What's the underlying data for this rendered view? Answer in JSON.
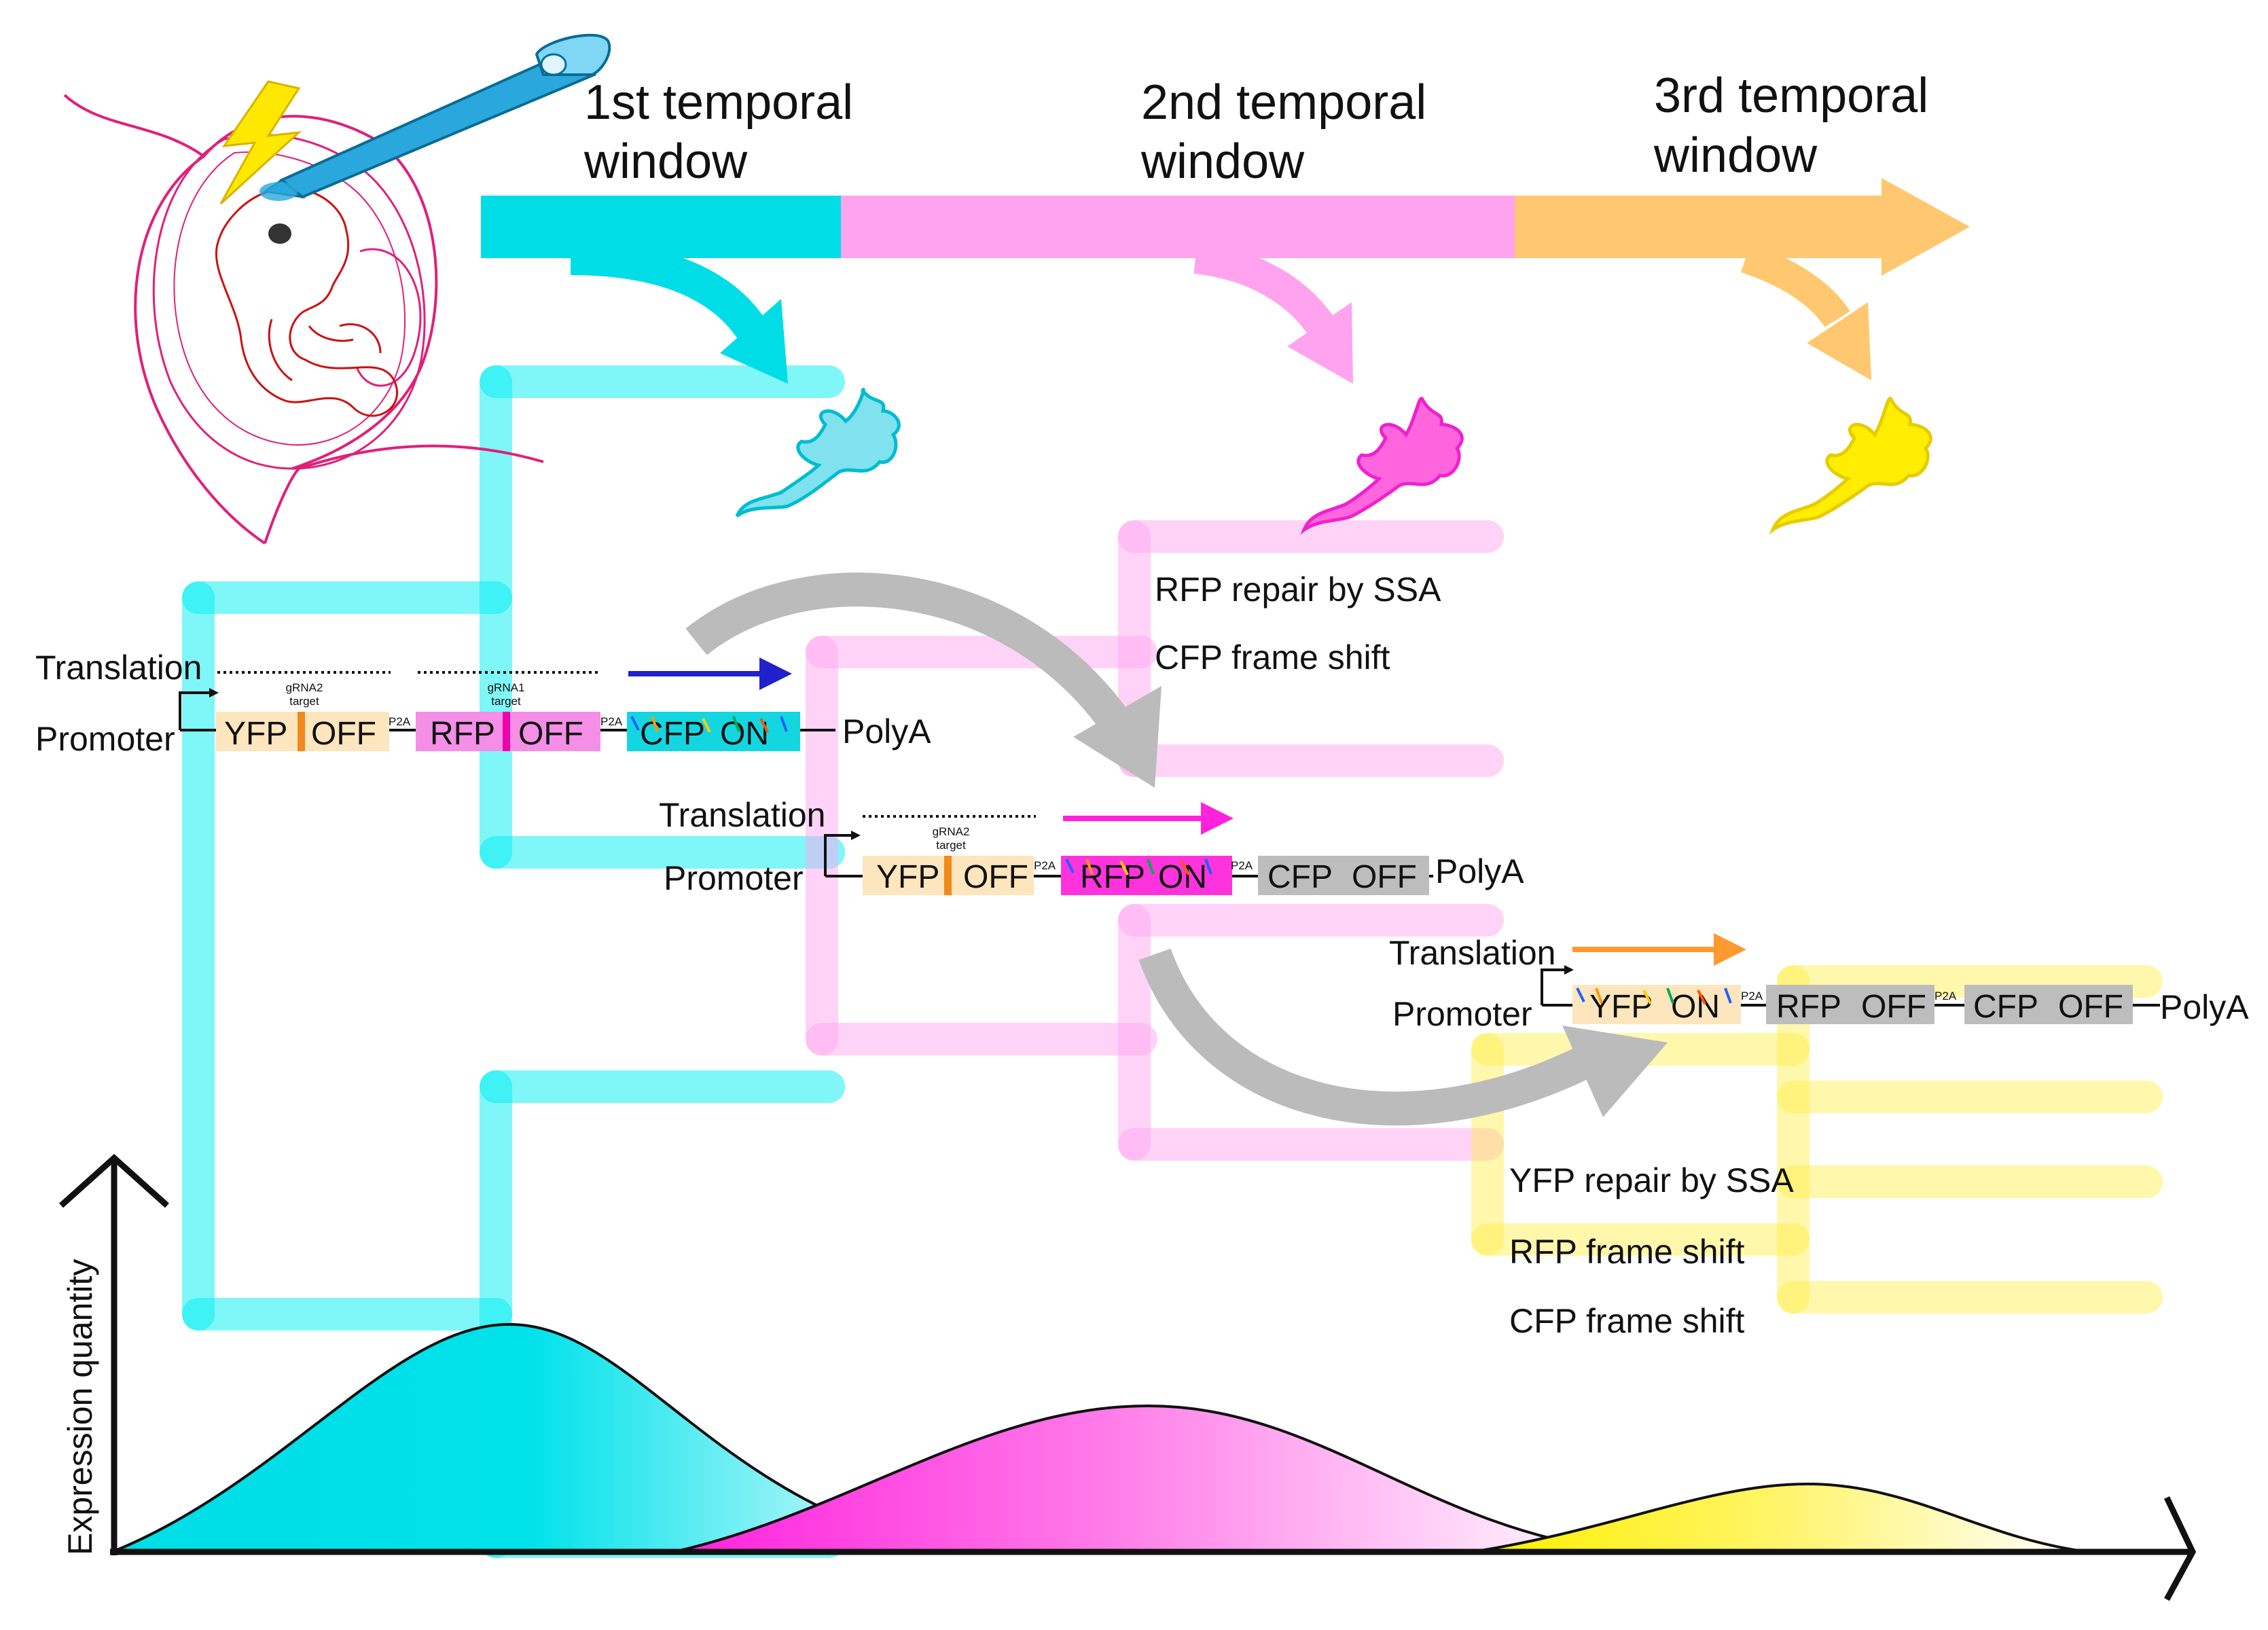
{
  "windows": {
    "first": [
      "1st temporal",
      "window"
    ],
    "second": [
      "2nd temporal",
      "window"
    ],
    "third": [
      "3rd temporal",
      "window"
    ]
  },
  "colors": {
    "cyan": "#00dde6",
    "magenta": "#ff44dd",
    "pink": "#ffa3ef",
    "orange": "#ffc870",
    "yellow": "#ffee00",
    "grey": "#bbbbbb",
    "blue": "#2020cc",
    "dark_orange": "#ff9930"
  },
  "icons": {
    "embryo": "embryo-icon",
    "pipette": "pipette-icon",
    "electric": "lightning-icon",
    "neuron": "neuron-icon"
  },
  "construct1": {
    "translation": "Translation",
    "promoter": "Promoter",
    "gRNA2": [
      "gRNA2",
      "target"
    ],
    "gRNA1": [
      "gRNA1",
      "target"
    ],
    "yfp": "YFP",
    "yfp_state": "OFF",
    "rfp": "RFP",
    "rfp_state": "OFF",
    "cfp": "CFP",
    "cfp_state": "ON",
    "p2a": "P2A",
    "polya": "PolyA"
  },
  "construct2": {
    "translation": "Translation",
    "promoter": "Promoter",
    "gRNA2": [
      "gRNA2",
      "target"
    ],
    "yfp": "YFP",
    "yfp_state": "OFF",
    "rfp": "RFP",
    "rfp_state": "ON",
    "cfp": "CFP",
    "cfp_state": "OFF",
    "p2a": "P2A",
    "polya": "PolyA"
  },
  "construct3": {
    "translation": "Translation",
    "promoter": "Promoter",
    "yfp": "YFP",
    "yfp_state": "ON",
    "rfp": "RFP",
    "rfp_state": "OFF",
    "cfp": "CFP",
    "cfp_state": "OFF",
    "p2a": "P2A",
    "polya": "PolyA"
  },
  "events2": [
    "RFP repair by SSA",
    "CFP frame shift"
  ],
  "events3": [
    "YFP repair by SSA",
    "RFP frame shift",
    "CFP frame shift"
  ],
  "axis": {
    "ylabel": "Expression quantity"
  }
}
